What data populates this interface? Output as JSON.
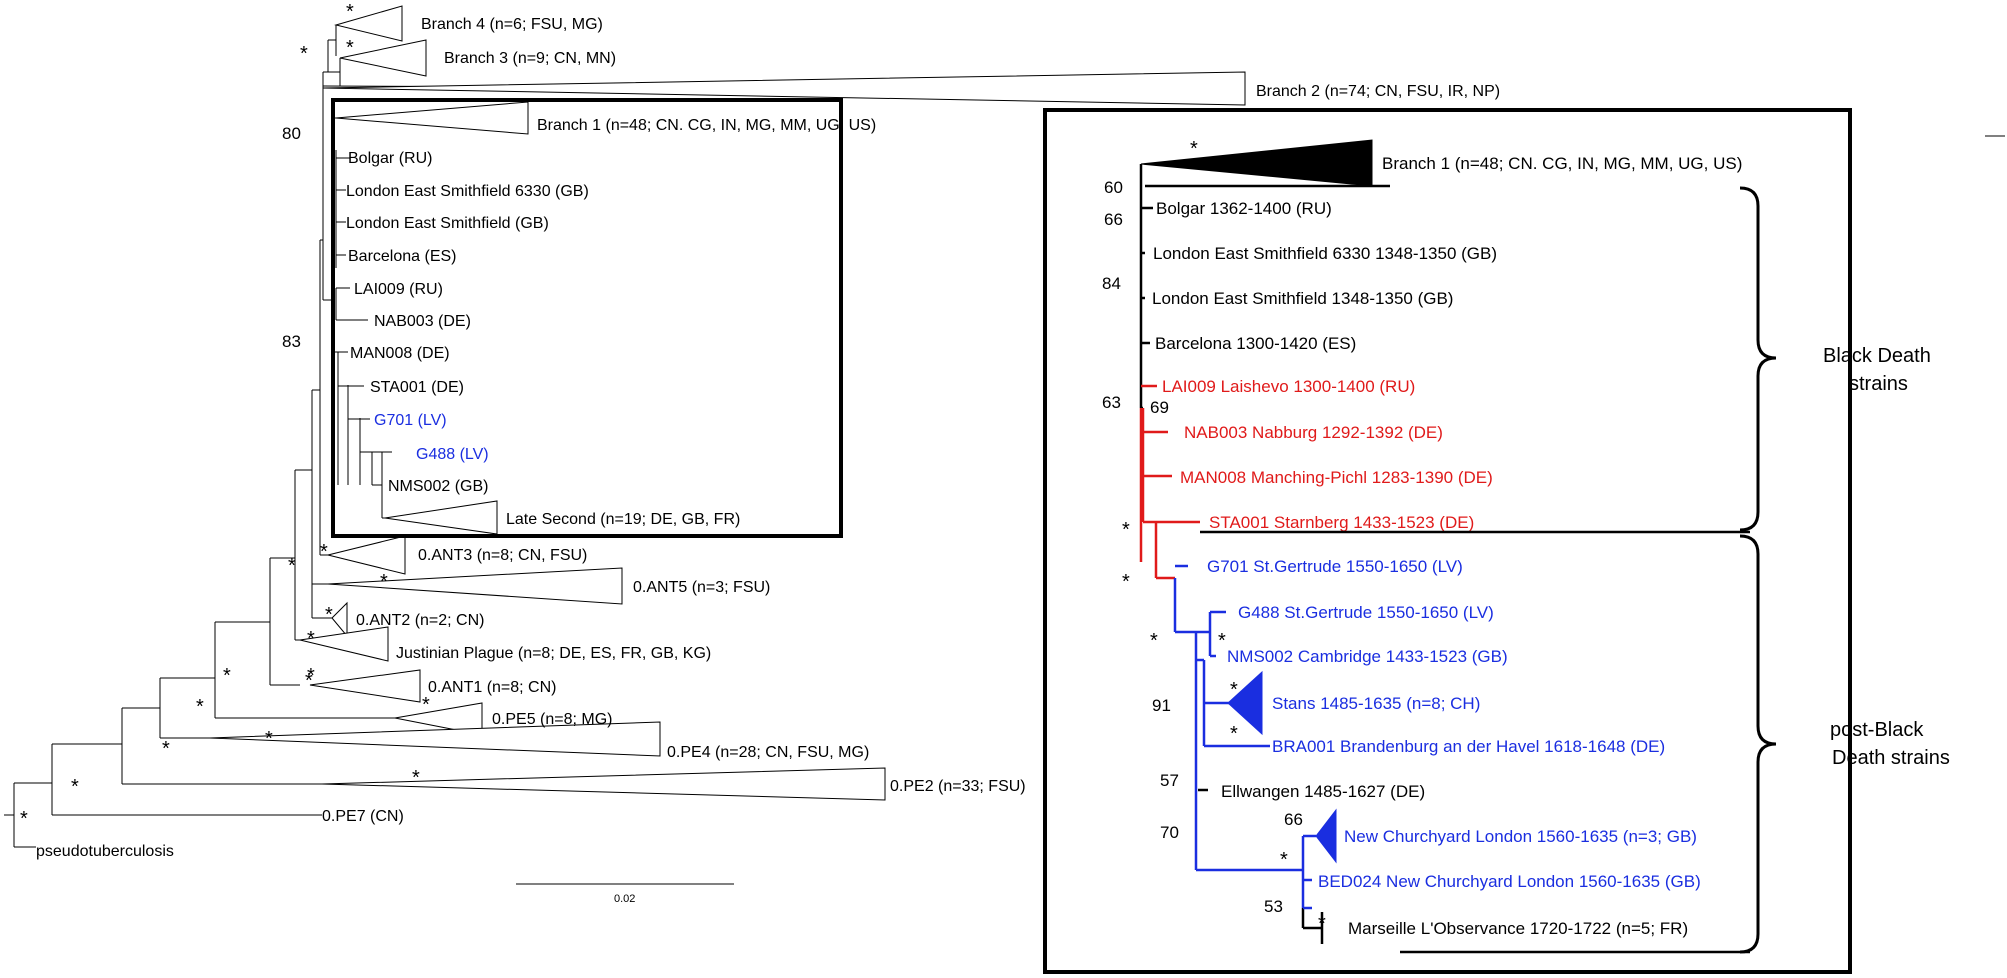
{
  "colors": {
    "black": "#000000",
    "red": "#e01a1a",
    "blue": "#1a2ee0"
  },
  "left_tree": {
    "taxa": [
      "Branch 4 (n=6; FSU, MG)",
      "Branch 3 (n=9; CN, MN)",
      "Branch 2 (n=74; CN, FSU, IR, NP)",
      "Branch 1 (n=48; CN. CG, IN, MG, MM, UG, US)",
      "Bolgar (RU)",
      "London East Smithfield 6330 (GB)",
      "London East Smithfield (GB)",
      "Barcelona (ES)",
      "LAI009 (RU)",
      "NAB003 (DE)",
      "MAN008 (DE)",
      "STA001 (DE)",
      "G701 (LV)",
      "G488 (LV)",
      "NMS002 (GB)",
      "Late Second (n=19; DE, GB, FR)",
      "0.ANT3 (n=8; CN, FSU)",
      "0.ANT5 (n=3; FSU)",
      "0.ANT2 (n=2; CN)",
      "Justinian Plague (n=8; DE, ES, FR, GB, KG)",
      "0.ANT1 (n=8; CN)",
      "0.PE5 (n=8; MG)",
      "0.PE4 (n=28; CN, FSU, MG)",
      "0.PE2 (n=33; FSU)",
      "0.PE7 (CN)",
      "pseudotuberculosis"
    ],
    "support": [
      "80",
      "83"
    ],
    "asterisk": "*",
    "scale_label": "0.02"
  },
  "right_tree": {
    "taxa": [
      "Branch 1 (n=48; CN. CG, IN, MG, MM, UG, US)",
      "Bolgar 1362-1400 (RU)",
      "London East Smithfield 6330 1348-1350 (GB)",
      "London East Smithfield 1348-1350 (GB)",
      "Barcelona 1300-1420 (ES)",
      "LAI009 Laishevo 1300-1400 (RU)",
      "NAB003 Nabburg 1292-1392 (DE)",
      "MAN008 Manching-Pichl 1283-1390 (DE)",
      "STA001 Starnberg 1433-1523 (DE)",
      "G701 St.Gertrude 1550-1650 (LV)",
      "G488 St.Gertrude 1550-1650 (LV)",
      "NMS002 Cambridge 1433-1523 (GB)",
      "Stans 1485-1635 (n=8; CH)",
      "BRA001 Brandenburg an der Havel 1618-1648 (DE)",
      "Ellwangen 1485-1627 (DE)",
      "New Churchyard London 1560-1635 (n=3; GB)",
      "BED024 New Churchyard London 1560-1635 (GB)",
      "Marseille L'Observance 1720-1722 (n=5; FR)"
    ],
    "support": [
      "60",
      "66",
      "84",
      "63",
      "69",
      "91",
      "57",
      "70",
      "66",
      "53"
    ],
    "groups": {
      "black_death_line1": "Black Death",
      "black_death_line2": "strains",
      "post_line1": "post-Black",
      "post_line2": "Death strains"
    }
  }
}
